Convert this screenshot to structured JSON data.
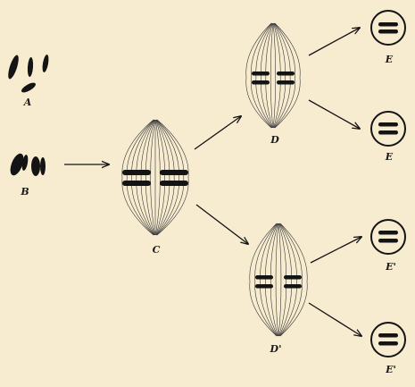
{
  "figure": {
    "background": "#f8ecd0",
    "ink": "#141414",
    "labels": {
      "a": "A",
      "b": "B",
      "c": "C",
      "d": "D",
      "d_prime": "D'",
      "e1": "E",
      "e2": "E",
      "e3": "E'",
      "e4": "E'"
    }
  }
}
